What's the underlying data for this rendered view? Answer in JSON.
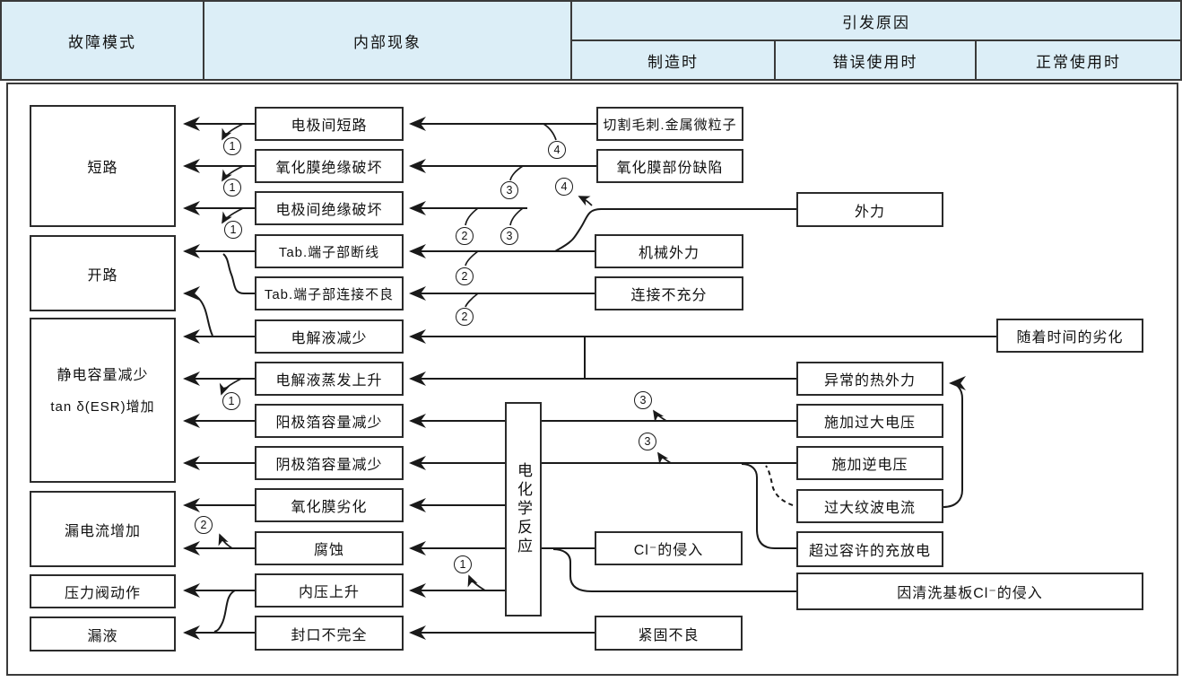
{
  "header": {
    "failure_mode": "故障模式",
    "internal_phenomenon": "内部现象",
    "causes": "引发原因",
    "manufacturing": "制造时",
    "misuse": "错误使用时",
    "normal_use": "正常使用时"
  },
  "failure_modes": {
    "short_circuit": "短路",
    "open_circuit": "开路",
    "capacitance_decrease": "静电容量减少",
    "esr_increase": "tan δ(ESR)增加",
    "leakage_current_increase": "漏电流增加",
    "pressure_valve_operation": "压力阀动作",
    "liquid_leakage": "漏液"
  },
  "phenomena": {
    "p1": "电极间短路",
    "p2": "氧化膜绝缘破坏",
    "p3": "电极间绝缘破坏",
    "p4": "Tab.端子部断线",
    "p5": "Tab.端子部连接不良",
    "p6": "电解液减少",
    "p7": "电解液蒸发上升",
    "p8": "阳极箔容量减少",
    "p9": "阴极箔容量减少",
    "p10": "氧化膜劣化",
    "p11": "腐蚀",
    "p12": "内压上升",
    "p13": "封口不完全"
  },
  "center": {
    "electrochemical_reaction": "电化学反应"
  },
  "causes_manufacturing": {
    "c1": "切割毛刺.金属微粒子",
    "c2": "氧化膜部份缺陷",
    "c3": "机械外力",
    "c4": "连接不充分",
    "c5": "Cl⁻的侵入",
    "c6": "紧固不良"
  },
  "causes_misuse": {
    "m1": "外力",
    "m2": "异常的热外力",
    "m3": "施加过大电压",
    "m4": "施加逆电压",
    "m5": "过大纹波电流",
    "m6": "超过容许的充放电",
    "m7": "因清洗基板Cl⁻的侵入"
  },
  "causes_normal": {
    "n1": "随着时间的劣化"
  },
  "markers": {
    "k1": "1",
    "k2": "2",
    "k3": "3",
    "k4": "4"
  }
}
